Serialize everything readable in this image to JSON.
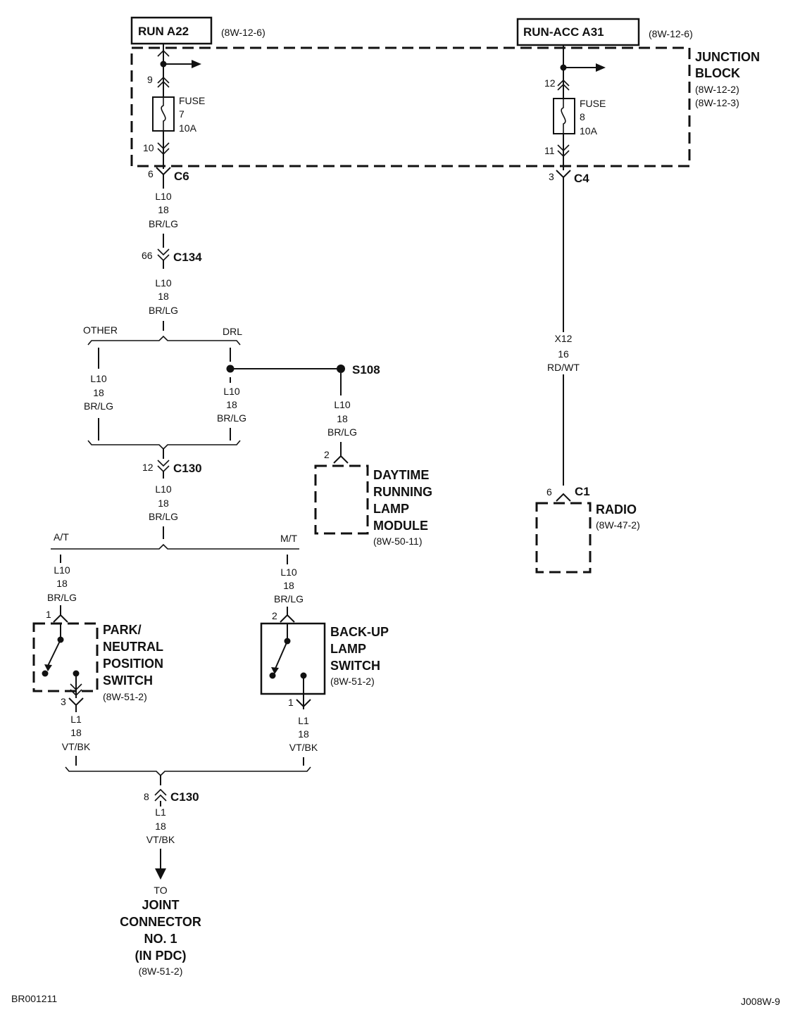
{
  "sources": {
    "run": {
      "label": "RUN A22",
      "ref": "(8W-12-6)"
    },
    "run_acc": {
      "label": "RUN-ACC A31",
      "ref": "(8W-12-6)"
    }
  },
  "junction_block": {
    "title_line1": "JUNCTION",
    "title_line2": "BLOCK",
    "ref1": "(8W-12-2)",
    "ref2": "(8W-12-3)"
  },
  "fuse7": {
    "pin_in": "9",
    "pin_out": "10",
    "label": "FUSE",
    "number": "7",
    "rating": "10A"
  },
  "fuse8": {
    "pin_in": "12",
    "pin_out": "11",
    "label": "FUSE",
    "number": "8",
    "rating": "10A"
  },
  "connectors": {
    "c6": {
      "name": "C6",
      "pin": "6"
    },
    "c4": {
      "name": "C4",
      "pin": "3"
    },
    "c134": {
      "name": "C134",
      "pin": "66"
    },
    "c130a": {
      "name": "C130",
      "pin": "12"
    },
    "c130b": {
      "name": "C130",
      "pin": "8"
    },
    "c1": {
      "name": "C1",
      "pin": "6"
    }
  },
  "wires": {
    "l10": {
      "circuit": "L10",
      "gauge": "18",
      "color": "BR/LG"
    },
    "x12": {
      "circuit": "X12",
      "gauge": "16",
      "color": "RD/WT"
    },
    "l1": {
      "circuit": "L1",
      "gauge": "18",
      "color": "VT/BK"
    }
  },
  "branches": {
    "other": "OTHER",
    "drl": "DRL",
    "at": "A/T",
    "mt": "M/T"
  },
  "splice": {
    "name": "S108"
  },
  "drl_module": {
    "pin": "2",
    "line1": "DAYTIME",
    "line2": "RUNNING",
    "line3": "LAMP",
    "line4": "MODULE",
    "ref": "(8W-50-11)"
  },
  "radio": {
    "label": "RADIO",
    "ref": "(8W-47-2)"
  },
  "park_switch": {
    "pin_in": "1",
    "pin_out": "3",
    "line1": "PARK/",
    "line2": "NEUTRAL",
    "line3": "POSITION",
    "line4": "SWITCH",
    "ref": "(8W-51-2)"
  },
  "backup_switch": {
    "pin_in": "2",
    "pin_out": "1",
    "line1": "BACK-UP",
    "line2": "LAMP",
    "line3": "SWITCH",
    "ref": "(8W-51-2)"
  },
  "destination": {
    "line1": "TO",
    "line2": "JOINT",
    "line3": "CONNECTOR",
    "line4": "NO. 1",
    "line5": "(IN PDC)",
    "ref": "(8W-51-2)"
  },
  "footer": {
    "left": "BR001211",
    "right": "J008W-9"
  }
}
